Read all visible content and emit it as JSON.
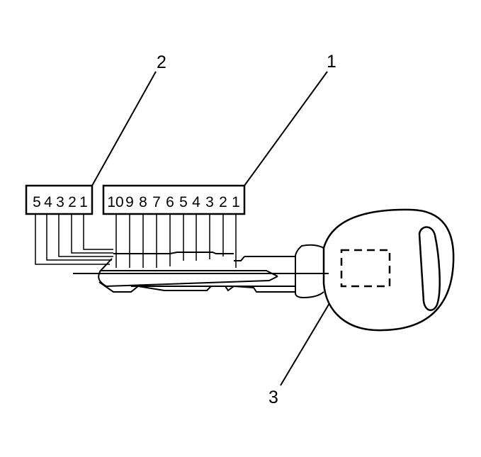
{
  "callouts": {
    "one": "1",
    "two": "2",
    "three": "3"
  },
  "left_cut_numbers": [
    "5",
    "4",
    "3",
    "2",
    "1"
  ],
  "right_cut_numbers": [
    "10",
    "9",
    "8",
    "7",
    "6",
    "5",
    "4",
    "3",
    "2",
    "1"
  ],
  "colors": {
    "line": "#000000",
    "background": "#ffffff"
  }
}
